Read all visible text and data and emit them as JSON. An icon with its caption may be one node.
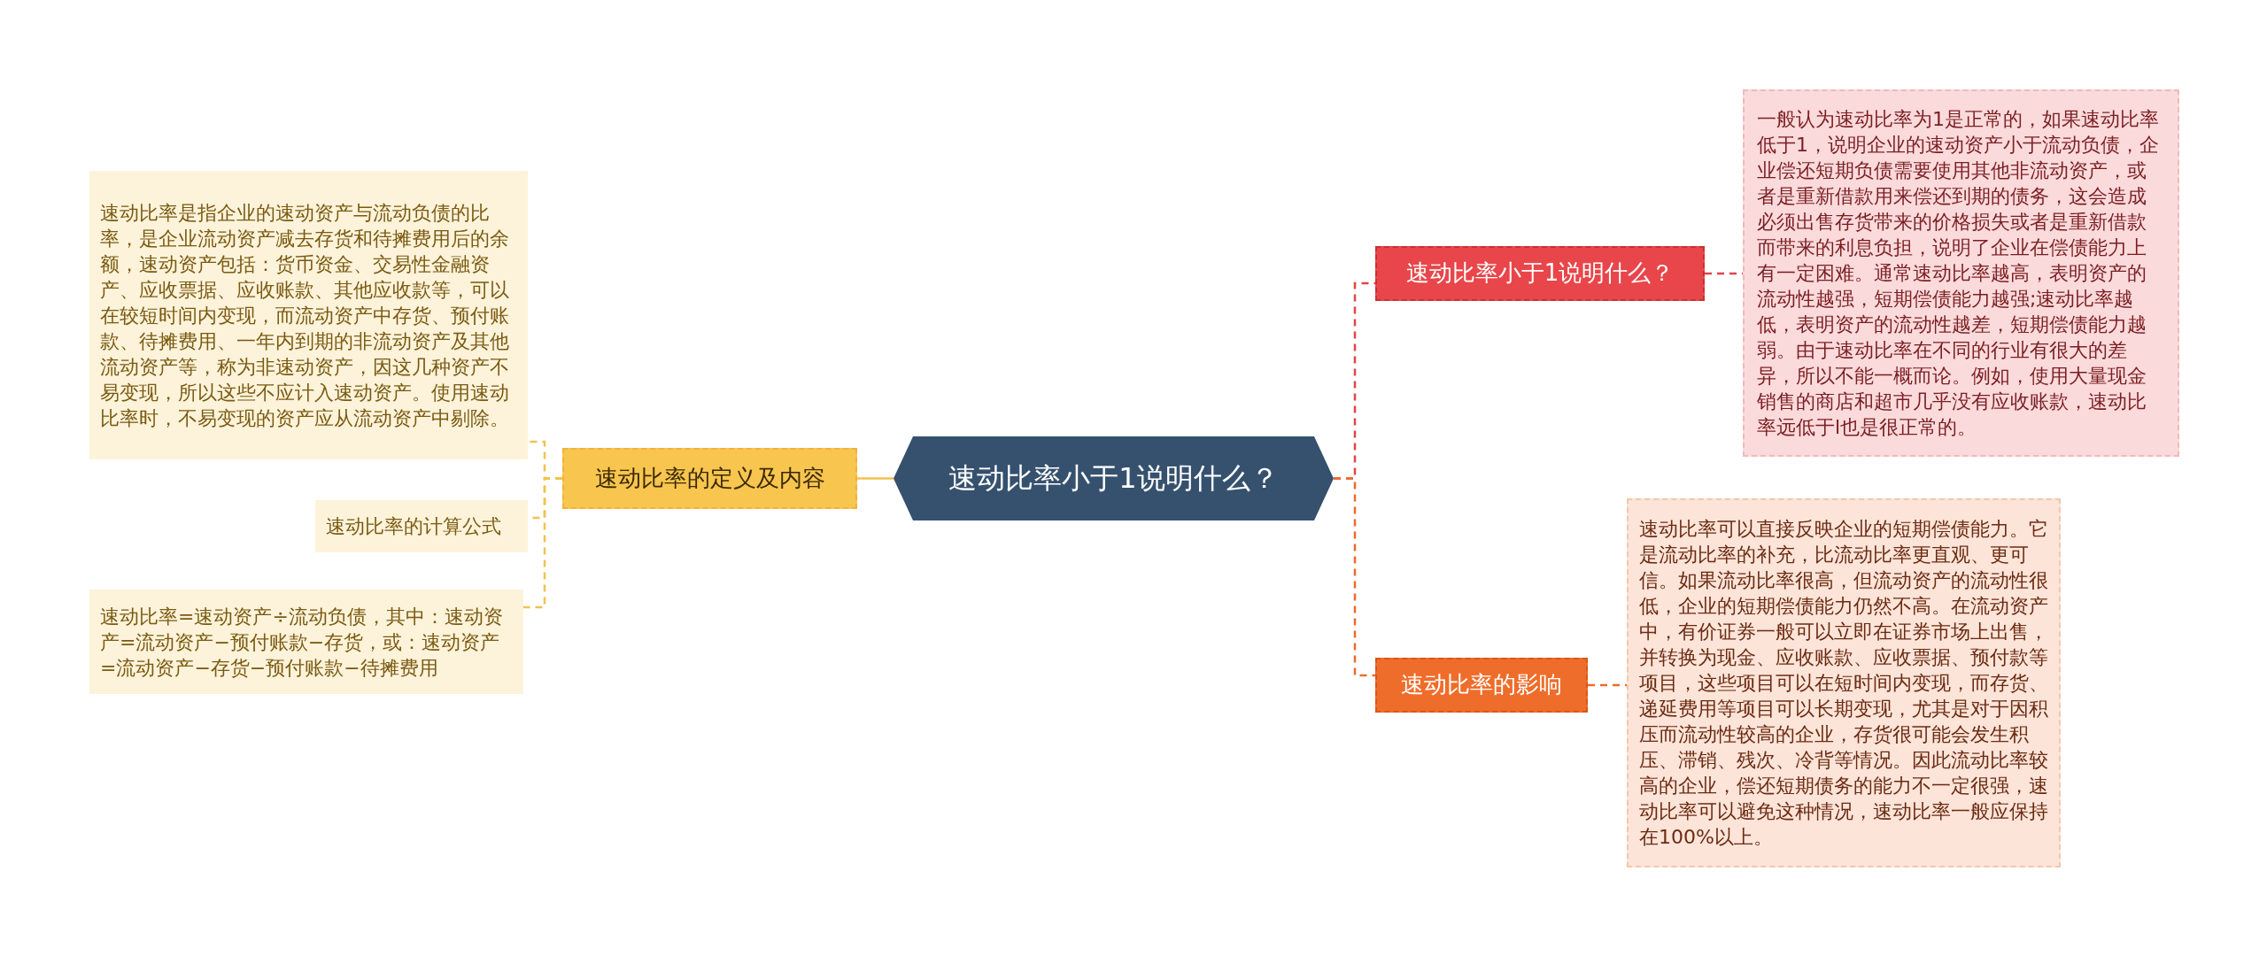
{
  "diagram": {
    "nodes": [
      {
        "text": [
          "速动比率小于1说明什么？"
        ]
      },
      {
        "text": [
          "速动比率的定义及内容"
        ]
      },
      {
        "text": [
          "速动比率是指企业的速动资产与流动负债的比率，是企业流动资产减去存货和待摊费用后的余额，速动资产包括：货币资金、交易性金融资产、应收票据、应收账款、其他应收款等，可以在较短时间内变现，而流动资产中存货、预付账款、待摊费用、一年内到期的非流动资产及其他流动资产等，称为非速动资产，因这几种资产不易变现，所以这些不应计入速动资产。使用速动比率时，不易变现的资产应从流动资产中剔除。"
        ]
      },
      {
        "text": [
          "速动比率的计算公式"
        ]
      },
      {
        "text": [
          "速动比率=速动资产÷流动负债，其中：速动资产=流动资产−预付账款−存货，或：速动资产=流动资产−存货−预付账款−待摊费用"
        ]
      },
      {
        "text": [
          "速动比率小于1说明什么？"
        ]
      },
      {
        "text": [
          "一般认为速动比率为1是正常的，如果速动比率低于1，说明企业的速动资产小于流动负债，企业偿还短期负债需要使用其他非流动资产，或者是重新借款用来偿还到期的债务，这会造成必须出售存货带来的价格损失或者是重新借款而带来的利息负担，说明了企业在偿债能力上有一定困难。通常速动比率越高，表明资产的流动性越强，短期偿债能力越强;速动比率越低，表明资产的流动性越差，短期偿债能力越弱。由于速动比率在不同的行业有很大的差异，所以不能一概而论。例如，使用大量现金销售的商店和超市几乎没有应收账款，速动比率远低于l也是很正常的。"
        ]
      },
      {
        "text": [
          "速动比率的影响"
        ]
      },
      {
        "text": [
          "速动比率可以直接反映企业的短期偿债能力。它是流动比率的补充，比流动比率更直观、更可信。如果流动比率很高，但流动资产的流动性很低，企业的短期偿债能力仍然不高。在流动资产中，有价证券一般可以立即在证券市场上出售，并转换为现金、应收账款、应收票据、预付款等项目，这些项目可以在短时间内变现，而存货、递延费用等项目可以长期变现，尤其是对于因积压而流动性较高的企业，存货很可能会发生积压、滞销、残次、冷背等情况。因此流动比率较高的企业，偿还短期债务的能力不一定很强，速动比率可以避免这种情况，速动比率一般应保持在100%以上。"
        ]
      }
    ],
    "edges": [
      {
        "from": 0,
        "to": 1,
        "arrow": "none",
        "color": "#f2c14e"
      },
      {
        "from": 1,
        "to": 2,
        "arrow": "none",
        "style": "dashed",
        "color": "#f2c14e"
      },
      {
        "from": 1,
        "to": 3,
        "arrow": "none",
        "style": "dashed",
        "color": "#f2c14e"
      },
      {
        "from": 1,
        "to": 4,
        "arrow": "none",
        "style": "dashed",
        "color": "#f2c14e"
      },
      {
        "from": 0,
        "to": 5,
        "arrow": "none",
        "style": "dashed",
        "color": "#e0464a"
      },
      {
        "from": 5,
        "to": 6,
        "arrow": "none",
        "style": "dashed",
        "color": "#e0464a"
      },
      {
        "from": 0,
        "to": 7,
        "arrow": "none",
        "style": "dashed",
        "color": "#ec6b2d"
      },
      {
        "from": 7,
        "to": 8,
        "arrow": "none",
        "style": "dashed",
        "color": "#ec6b2d"
      }
    ]
  }
}
